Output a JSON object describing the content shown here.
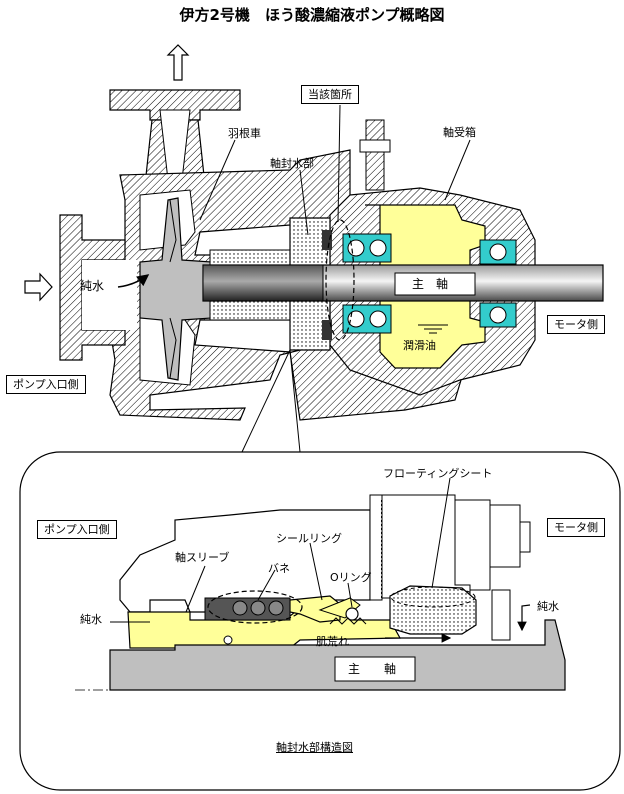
{
  "title": "伊方2号機　ほう酸濃縮液ポンプ概略図",
  "pump": {
    "impeller": "羽根車",
    "shaft_seal_section": "軸封水部",
    "location_box": "当該箇所",
    "bearing_box": "軸受箱",
    "pure_water": "純水",
    "main_shaft": "主　軸",
    "lubricating_oil": "潤滑油",
    "motor_side": "モータ側",
    "pump_inlet_side": "ポンプ入口側"
  },
  "detail": {
    "floating_seat": "フローティングシート",
    "pump_inlet_side": "ポンプ入口側",
    "motor_side": "モータ側",
    "shaft_sleeve": "軸スリーブ",
    "seal_ring": "シールリング",
    "spring": "バネ",
    "o_ring": "Oリング",
    "pure_water_left": "純水",
    "pure_water_right": "純水",
    "rough_skin": "肌荒れ",
    "main_shaft": "主　　軸",
    "caption": "軸封水部構造図"
  },
  "colors": {
    "yellow": "#FFFF99",
    "cyan": "#33CCCC",
    "gray": "#BFBFBF",
    "dark": "#555555"
  },
  "icons": [
    "up-arrow-icon",
    "right-arrow-icon"
  ]
}
